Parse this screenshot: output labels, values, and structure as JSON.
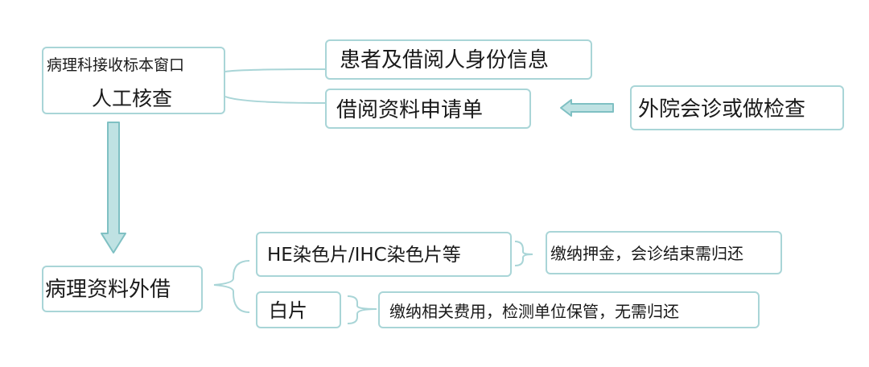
{
  "colors": {
    "border": "#a9d5d7",
    "arrow_fill": "#bfe2e3",
    "arrow_stroke": "#7fc0c3",
    "text": "#1a1a1a"
  },
  "nodes": {
    "pathology_window": {
      "line1": "病理科接收标本窗口",
      "line2": "人工核查"
    },
    "identity_info": "患者及借阅人身份信息",
    "borrow_application": "借阅资料申请单",
    "external_consult": "外院会诊或做检查",
    "pathology_lending": "病理资料外借",
    "stained_slides": "HE染色片/IHC染色片等",
    "deposit_note": "缴纳押金，会诊结束需归还",
    "blank_slides": "白片",
    "fee_note": "缴纳相关费用，检测单位保管，无需归还"
  }
}
